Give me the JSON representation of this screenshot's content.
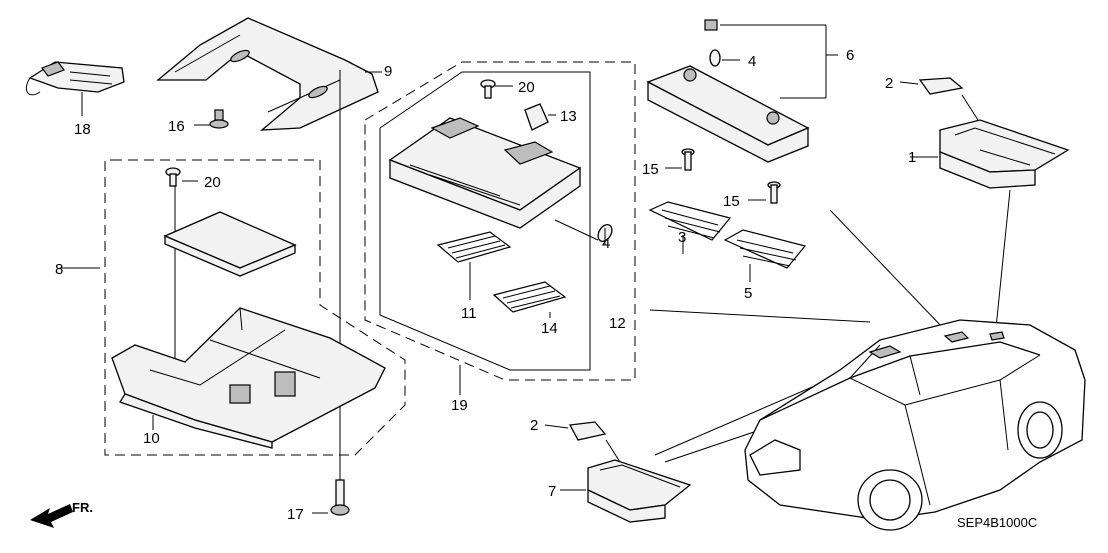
{
  "diagram": {
    "code": "SEP4B1000C",
    "direction_label": "FR.",
    "callouts": [
      "1",
      "2",
      "2",
      "3",
      "4",
      "4",
      "5",
      "6",
      "7",
      "8",
      "9",
      "10",
      "11",
      "12",
      "13",
      "14",
      "15",
      "15",
      "16",
      "17",
      "18",
      "19",
      "20",
      "20"
    ]
  }
}
